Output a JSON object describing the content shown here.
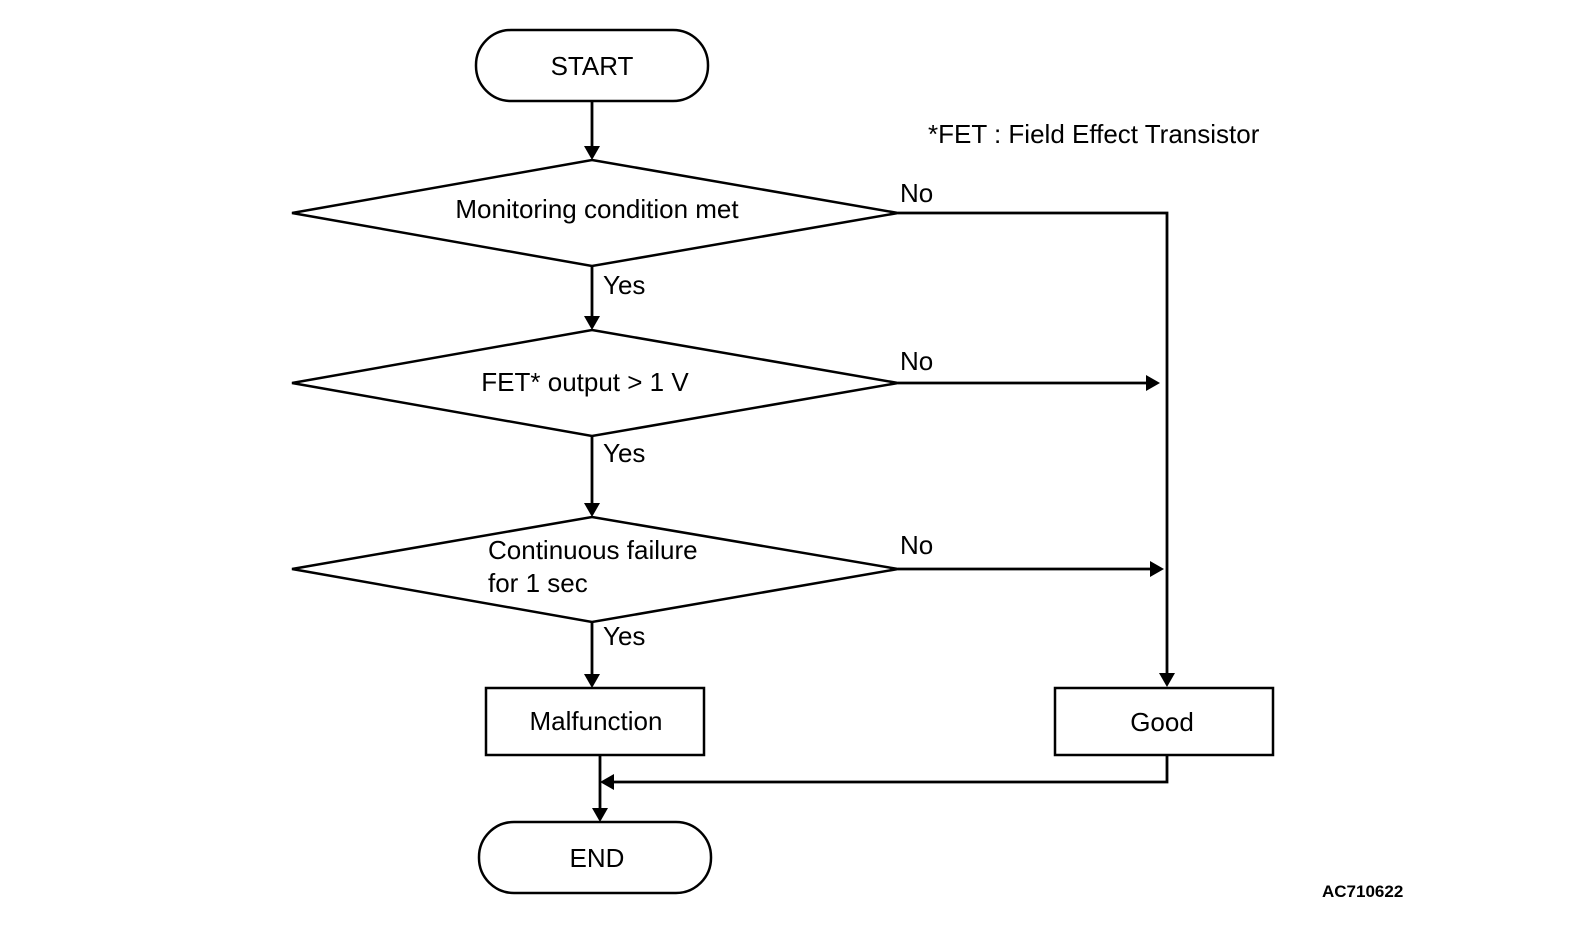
{
  "nodes": {
    "start": "START",
    "decision1": "Monitoring condition met",
    "decision2": "FET* output > 1 V",
    "decision3": {
      "line1": "Continuous failure",
      "line2": "for 1 sec"
    },
    "malfunction": "Malfunction",
    "good": "Good",
    "end": "END"
  },
  "edges": {
    "yes1": "Yes",
    "yes2": "Yes",
    "yes3": "Yes",
    "no1": "No",
    "no2": "No",
    "no3": "No"
  },
  "footnote": "*FET : Field Effect Transistor",
  "figure_code": "AC710622"
}
